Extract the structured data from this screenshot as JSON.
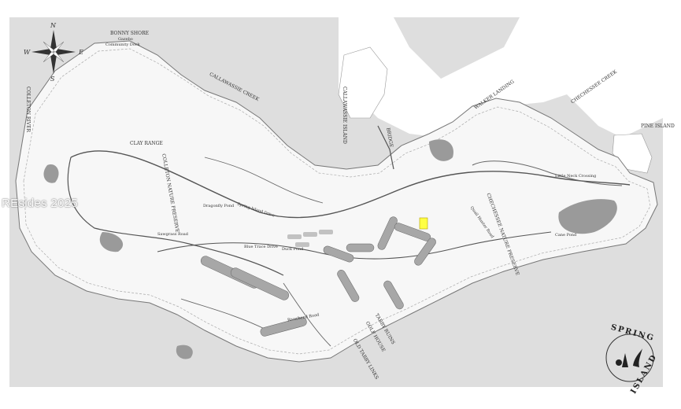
{
  "watermark": "REsides 2025",
  "compass": {
    "n": "N",
    "e": "E",
    "s": "S",
    "w": "W"
  },
  "brand": {
    "line1": "SPRING",
    "line2": "ISLAND"
  },
  "labels": {
    "bonny_shore": "BONNY SHORE",
    "gazebo": "Gazebo",
    "community_dock": "Community Dock",
    "callawassie_creek": "CALLAWASSIE CREEK",
    "callawassie_island": "CALLAWASSIE ISLAND",
    "bridge": "BRIDGE",
    "colleton_river": "COLLETON RIVER",
    "clay_range": "CLAY RANGE",
    "colleton_preserve": "COLLETON NATURE PRESERVE",
    "walker_landing": "WALKER LANDING",
    "chechessee_creek": "CHECHESSEE CREEK",
    "pine_island": "PINE ISLAND",
    "chechessee_preserve": "CHECHESSEE NATURE PRESERVE",
    "spring_island_drive": "Spring Island Drive",
    "little_neck_crossing": "Little Neck Crossing",
    "sawgrass_road": "Sawgrass Road",
    "blue_trace_drive": "Blue Trace Drive",
    "tabby_ruins": "TABBY RUINS",
    "golf_house": "GOLF HOUSE",
    "old_tabby_links": "OLD TABBY LINKS",
    "dragonfly_pond": "Dragonfly Pond",
    "duck_pond": "Duck Pond",
    "cane_pond": "Cane Pond",
    "riverbend_road": "Riverbend Road",
    "quail_hunter_road": "Quail Hunter Road"
  }
}
